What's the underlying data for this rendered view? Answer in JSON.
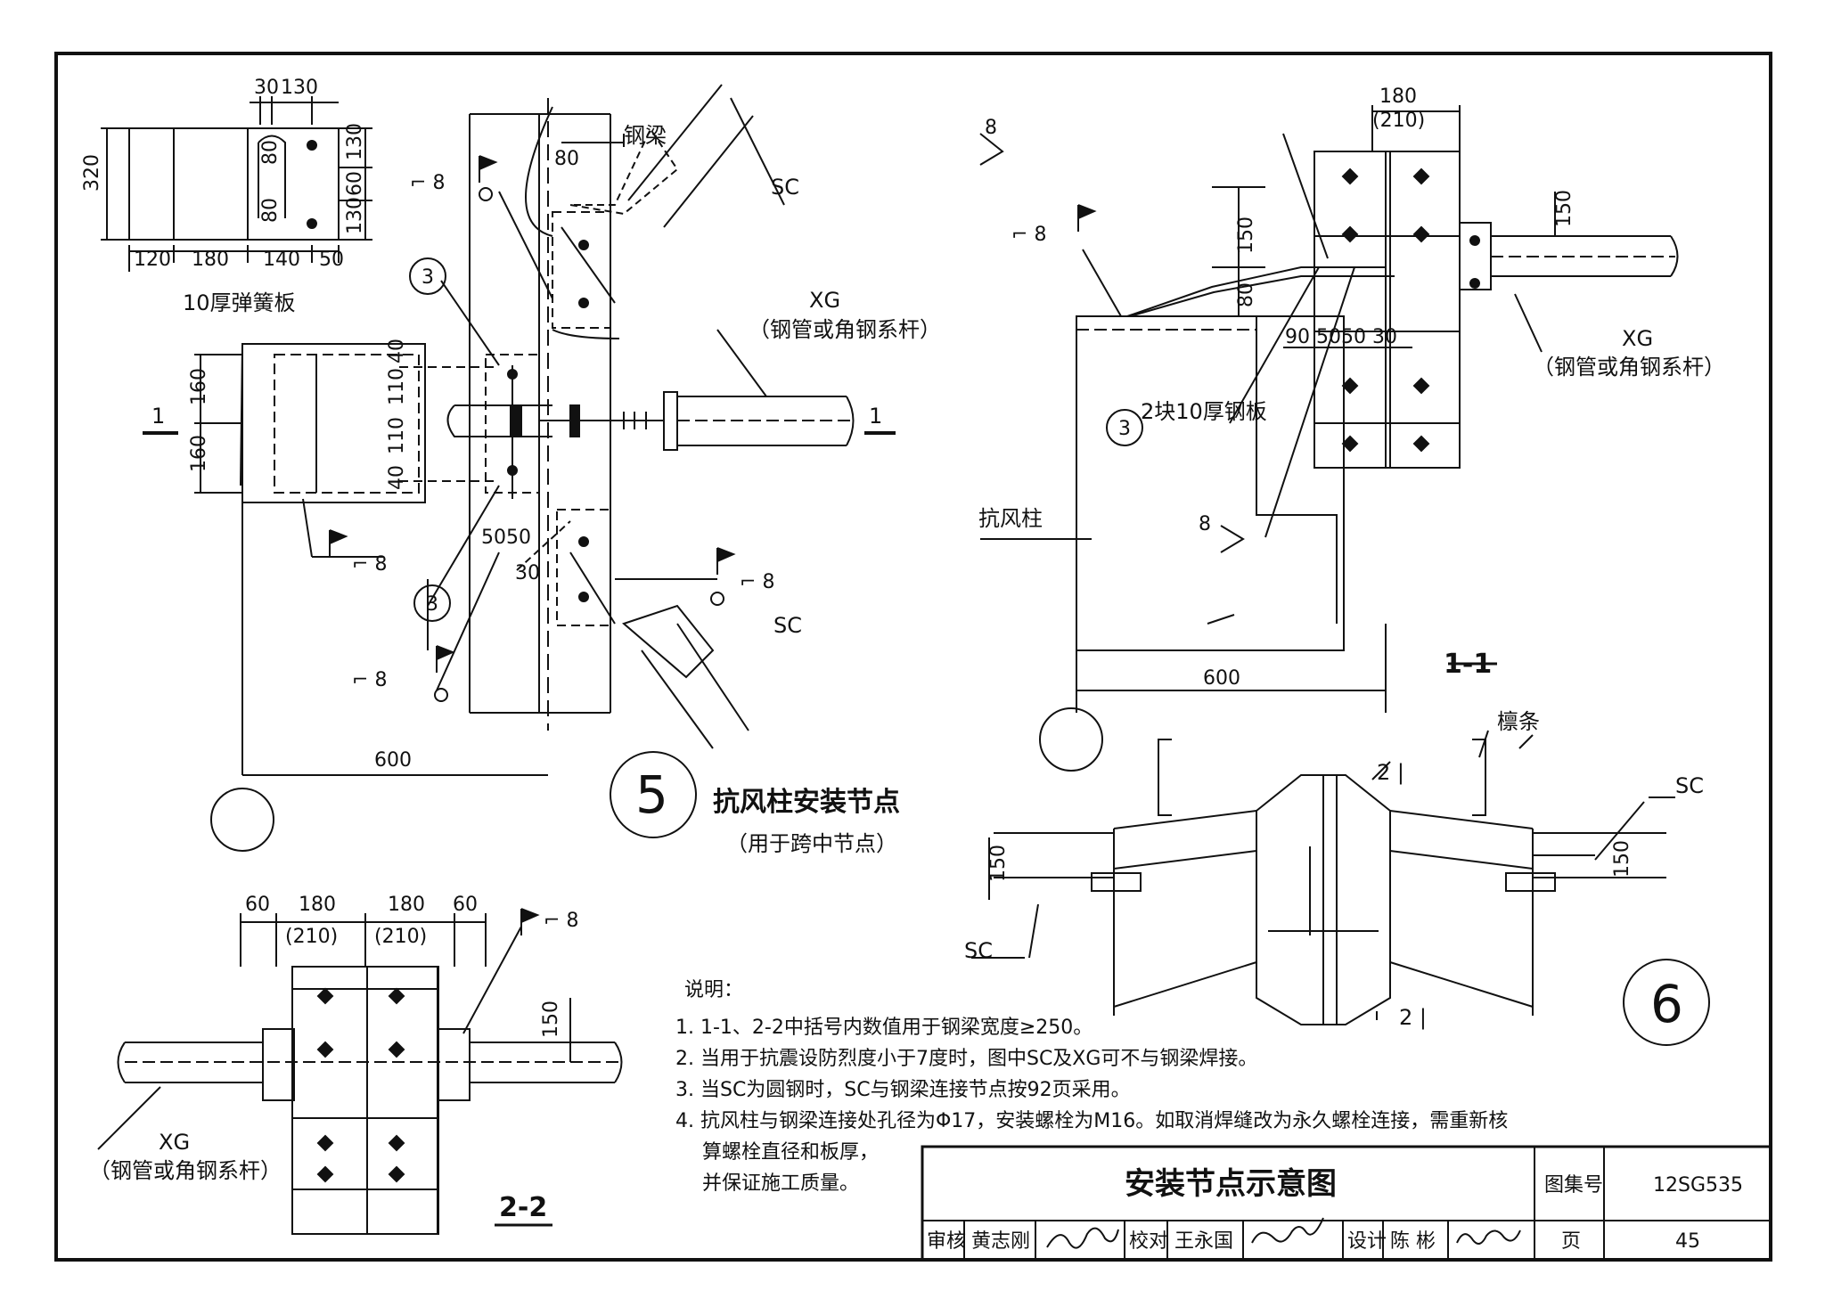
{
  "detail5": {
    "number": "5",
    "title": "抗风柱安装节点",
    "subtitle": "（用于跨中节点）",
    "plate_dims": {
      "top_a": "30",
      "top_b": "130",
      "side": "320",
      "r1": "130",
      "r2": "60",
      "r3": "130",
      "h1": "80",
      "h2": "80",
      "bottom": [
        "120",
        "180",
        "140",
        "50"
      ]
    },
    "spring_plate": "10厚弹簧板",
    "bolt_dims": [
      "40",
      "110",
      "110",
      "40"
    ],
    "left_dims": [
      "160",
      "160"
    ],
    "dim_80": "80",
    "dim_5050": "5050",
    "dim_30": "30",
    "width": "600",
    "weld_labels": [
      "8",
      "8",
      "8",
      "8"
    ],
    "weld_prefix": "⌐",
    "callout3": "3",
    "section_mark": "1",
    "beam": "钢梁",
    "sc": "SC",
    "xg": "XG",
    "xg_desc": "（钢管或角钢系杆）"
  },
  "section11": {
    "label": "1-1",
    "top_dim": "180",
    "top_dim_alt": "(210)",
    "weld8": "8",
    "dim150": "150",
    "dim80": "80",
    "dims_row": "90 5050 30",
    "plates": "2块10厚钢板",
    "column": "抗风柱",
    "width": "600",
    "xg": "XG",
    "xg_desc": "（钢管或角钢系杆）",
    "dim150b": "150",
    "callout3": "3"
  },
  "section22": {
    "label": "2-2",
    "dims": [
      "60",
      "180",
      "180",
      "60"
    ],
    "alts": [
      "(210)",
      "(210)"
    ],
    "dim150": "150",
    "weld8": "8",
    "xg": "XG",
    "xg_desc": "（钢管或角钢系杆）"
  },
  "detail6": {
    "number": "6",
    "purlin": "檩条",
    "cut": "2",
    "sc": "SC",
    "dim150": "150"
  },
  "notes": {
    "heading": "说明：",
    "items": [
      "1. 1-1、2-2中括号内数值用于钢梁宽度≥250。",
      "2. 当用于抗震设防烈度小于7度时，图中SC及XG可不与钢梁焊接。",
      "3. 当SC为圆钢时，SC与钢梁连接节点按92页采用。",
      "4. 抗风柱与钢梁连接处孔径为Φ17，安装螺栓为M16。如取消焊缝改为永久螺栓连接，需重新核"
    ],
    "cont1": "算螺栓直径和板厚，",
    "cont2": "并保证施工质量。"
  },
  "title_block": {
    "title": "安装节点示意图",
    "atlas_label": "图集号",
    "atlas_no": "12SG535",
    "review_label": "审核",
    "reviewer": "黄志刚",
    "check_label": "校对",
    "checker": "王永国",
    "design_label": "设计",
    "designer": "陈 彬",
    "page_label": "页",
    "page_no": "45"
  }
}
